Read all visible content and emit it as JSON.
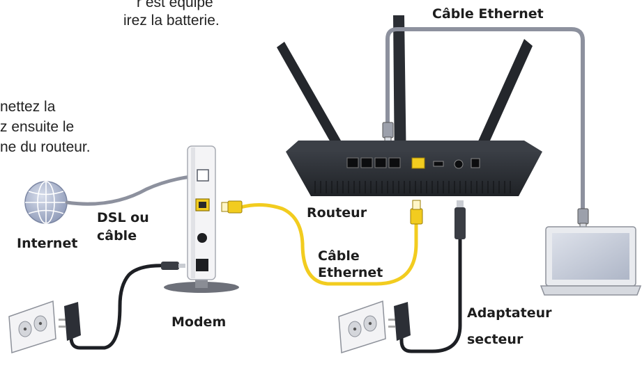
{
  "instructions": {
    "line1": "r est équipé",
    "line2": "irez la batterie.",
    "line3": "nettez la",
    "line4": "z ensuite le",
    "line5": "ne du routeur."
  },
  "labels": {
    "ethernet_top": "Câble Ethernet",
    "internet": "Internet",
    "dsl_line1": "DSL ou",
    "dsl_line2": "câble",
    "router": "Routeur",
    "ethernet_mid_line1": "Câble",
    "ethernet_mid_line2": "Ethernet",
    "modem": "Modem",
    "adapter_line1": "Adaptateur",
    "adapter_line2": "secteur"
  },
  "colors": {
    "router_body": "#2a2d33",
    "antenna": "#24272c",
    "ethernet_yellow": "#f2cc1f",
    "ethernet_gray": "#8d919e",
    "power_cable": "#1d1f24",
    "modem_body": "#f4f4f6",
    "laptop_screen": "#c4cad6",
    "globe": "#a9b3cc"
  }
}
